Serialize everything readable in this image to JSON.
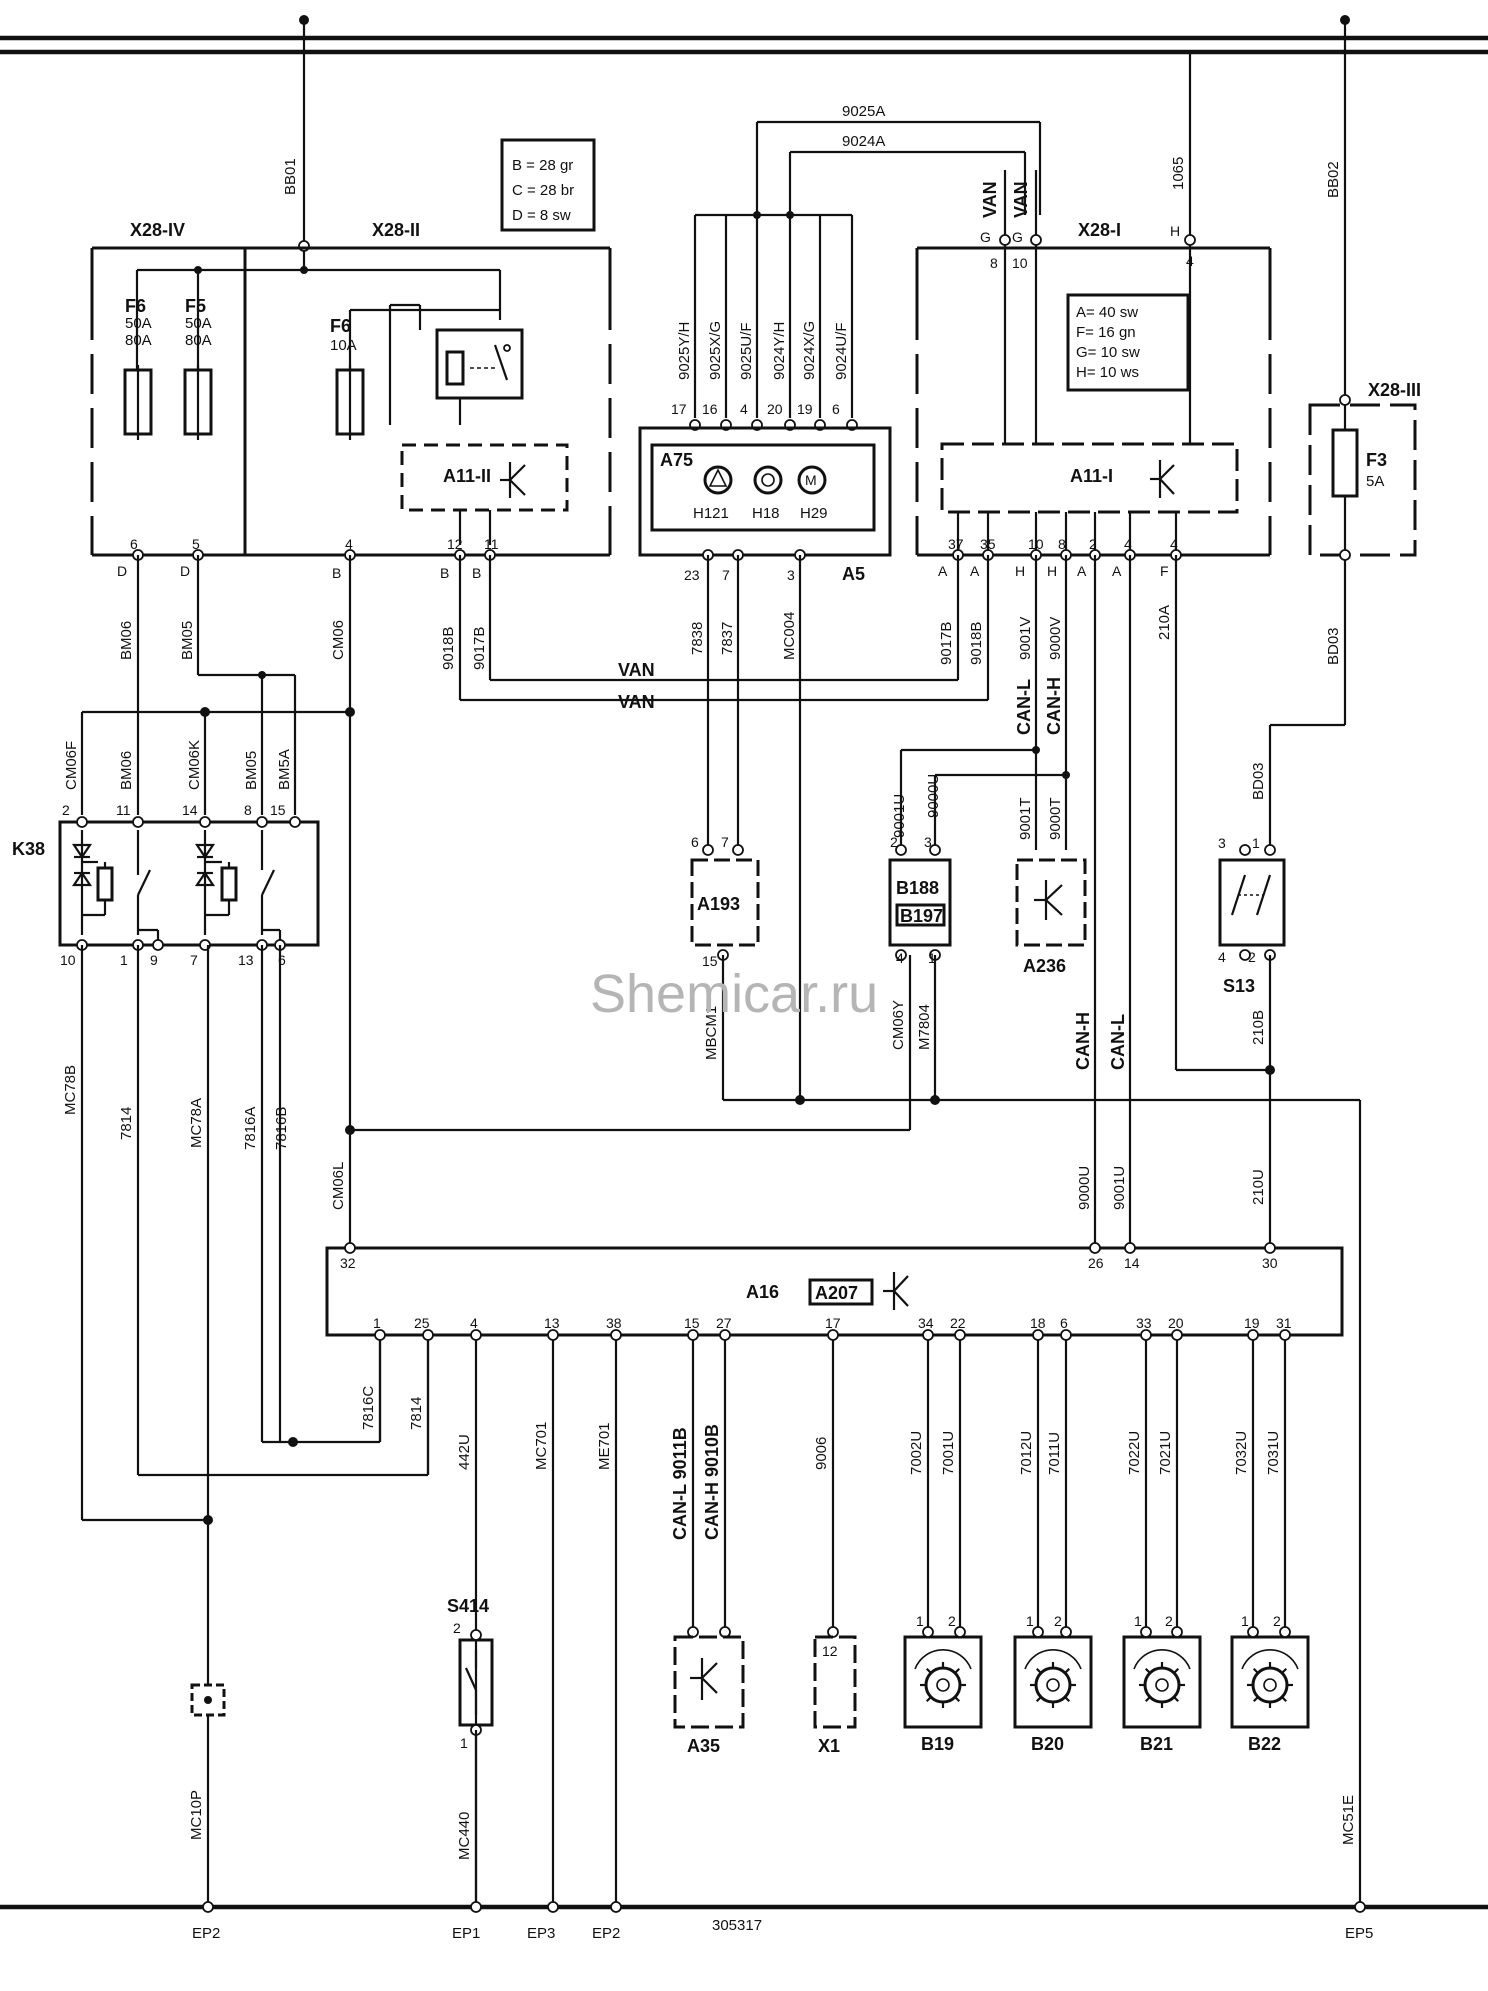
{
  "watermark": "Shemicar.ru",
  "drawing_number": "305317",
  "color_legend_1": [
    "B = 28 gr",
    "C = 28 br",
    "D = 8 sw"
  ],
  "color_legend_2": [
    "A= 40 sw",
    "F= 16 gn",
    "G= 10 sw",
    "H= 10 ws"
  ],
  "wires_top": {
    "w9025A": "9025A",
    "w9024A": "9024A",
    "bb01": "BB01",
    "bb02": "BB02",
    "w1065": "1065",
    "van1": "VAN",
    "van2": "VAN"
  },
  "connectors": {
    "x28iv": "X28-IV",
    "x28ii": "X28-II",
    "x28i": "X28-I",
    "x28iii": "X28-III",
    "f6a": "F6",
    "f6a_r1": "50A",
    "f6a_r2": "80A",
    "f5": "F5",
    "f5_r1": "50A",
    "f5_r2": "80A",
    "f6b": "F6",
    "f6b_r1": "10A",
    "f3": "F3",
    "f3_r1": "5A",
    "a11ii": "A11-II",
    "a11i": "A11-I",
    "a75": "A75",
    "a5": "A5",
    "h121": "H121",
    "h18": "H18",
    "h29": "H29",
    "k38": "K38",
    "a193": "A193",
    "b188": "B188",
    "b197": "B197",
    "a236": "A236",
    "s13": "S13",
    "a16": "A16",
    "a207": "A207",
    "s414": "S414",
    "a35": "A35",
    "x1": "X1",
    "b19": "B19",
    "b20": "B20",
    "b21": "B21",
    "b22": "B22"
  },
  "a75_wires": [
    "9025Y/H",
    "9025X/G",
    "9025U/F",
    "9024Y/H",
    "9024X/G",
    "9024U/F"
  ],
  "a75_pins": [
    "17",
    "16",
    "4",
    "20",
    "19",
    "6"
  ],
  "a75_bottom_pins": [
    "23",
    "7",
    "3"
  ],
  "x28_pins": {
    "x28iv_6": "6",
    "x28iv_5": "5",
    "x28ii_4": "4",
    "x28ii_12": "12",
    "x28ii_11": "11",
    "x28i_8": "8",
    "x28i_10": "10",
    "x28i_4t": "4",
    "x28i_37": "37",
    "x28i_35": "35",
    "x28i_10b": "10",
    "x28i_8b": "8",
    "x28i_2": "2",
    "x28i_4a": "4",
    "x28i_4b": "4"
  },
  "pin_letters": {
    "D1": "D",
    "D2": "D",
    "B1": "B",
    "B2": "B",
    "B3": "B",
    "A1": "A",
    "A2": "A",
    "H1": "H",
    "H2": "H",
    "A3": "A",
    "A4": "A",
    "F1": "F",
    "G1": "G",
    "G2": "G",
    "H3": "H"
  },
  "mid_wires": {
    "bm06": "BM06",
    "bm05": "BM05",
    "cm06": "CM06",
    "w9018b": "9018B",
    "w9017b": "9017B",
    "van_a": "VAN",
    "van_b": "VAN",
    "w7838": "7838",
    "w7837": "7837",
    "mc004": "MC004",
    "w9017b_r": "9017B",
    "w9018b_r": "9018B",
    "w9001v": "9001V",
    "w9000v": "9000V",
    "w210a": "210A",
    "bd03a": "BD03",
    "bd03b": "BD03",
    "canl": "CAN-L",
    "canh": "CAN-H",
    "w9001u": "9001U",
    "w9000u": "9000U",
    "w9001t": "9001T",
    "w9000t": "9000T"
  },
  "k38_wires": [
    "CM06F",
    "BM06",
    "CM06K",
    "BM05",
    "BM5A"
  ],
  "k38_pins_top": [
    "2",
    "11",
    "14",
    "8",
    "15"
  ],
  "k38_pins_bot": [
    "10",
    "1",
    "9",
    "7",
    "13",
    "6"
  ],
  "comp_pins": {
    "a193_6": "6",
    "a193_7": "7",
    "a193_15": "15",
    "b188_2": "2",
    "b188_3": "3",
    "b188_4": "4",
    "b188_1": "1",
    "s13_3": "3",
    "s13_1": "1",
    "s13_4": "4",
    "s13_2": "2"
  },
  "lower_wires": {
    "mc78b": "MC78B",
    "w7814a": "7814",
    "mc78a": "MC78A",
    "w7816a": "7816A",
    "w7816b": "7816B",
    "mbcm1": "MBCM1",
    "cm06y": "CM06Y",
    "m7804": "M7804",
    "canh2": "CAN-H",
    "canl2": "CAN-L",
    "w210b": "210B",
    "cm06l": "CM06L",
    "w9000u2": "9000U",
    "w9001u2": "9001U",
    "w210u": "210U"
  },
  "a16_pins_top": {
    "p32": "32",
    "p26": "26",
    "p14": "14",
    "p30": "30"
  },
  "a16_pins_bot": [
    "1",
    "25",
    "4",
    "13",
    "38",
    "15",
    "27",
    "17",
    "34",
    "22",
    "18",
    "6",
    "33",
    "20",
    "19",
    "31"
  ],
  "a16_wires": [
    "7816C",
    "7814",
    "442U",
    "MC701",
    "ME701",
    "CAN-L 9011B",
    "CAN-H 9010B",
    "9006",
    "7002U",
    "7001U",
    "7012U",
    "7011U",
    "7022U",
    "7021U",
    "7032U",
    "7031U"
  ],
  "bottom": {
    "mc10p": "MC10P",
    "mc440": "MC440",
    "mc51e": "MC51E",
    "s414_2": "2",
    "s414_1": "1",
    "x1_12": "12",
    "b_p1": "1",
    "b_p2": "2"
  },
  "earth_points": [
    "EP2",
    "EP1",
    "EP3",
    "EP2",
    "EP5"
  ]
}
